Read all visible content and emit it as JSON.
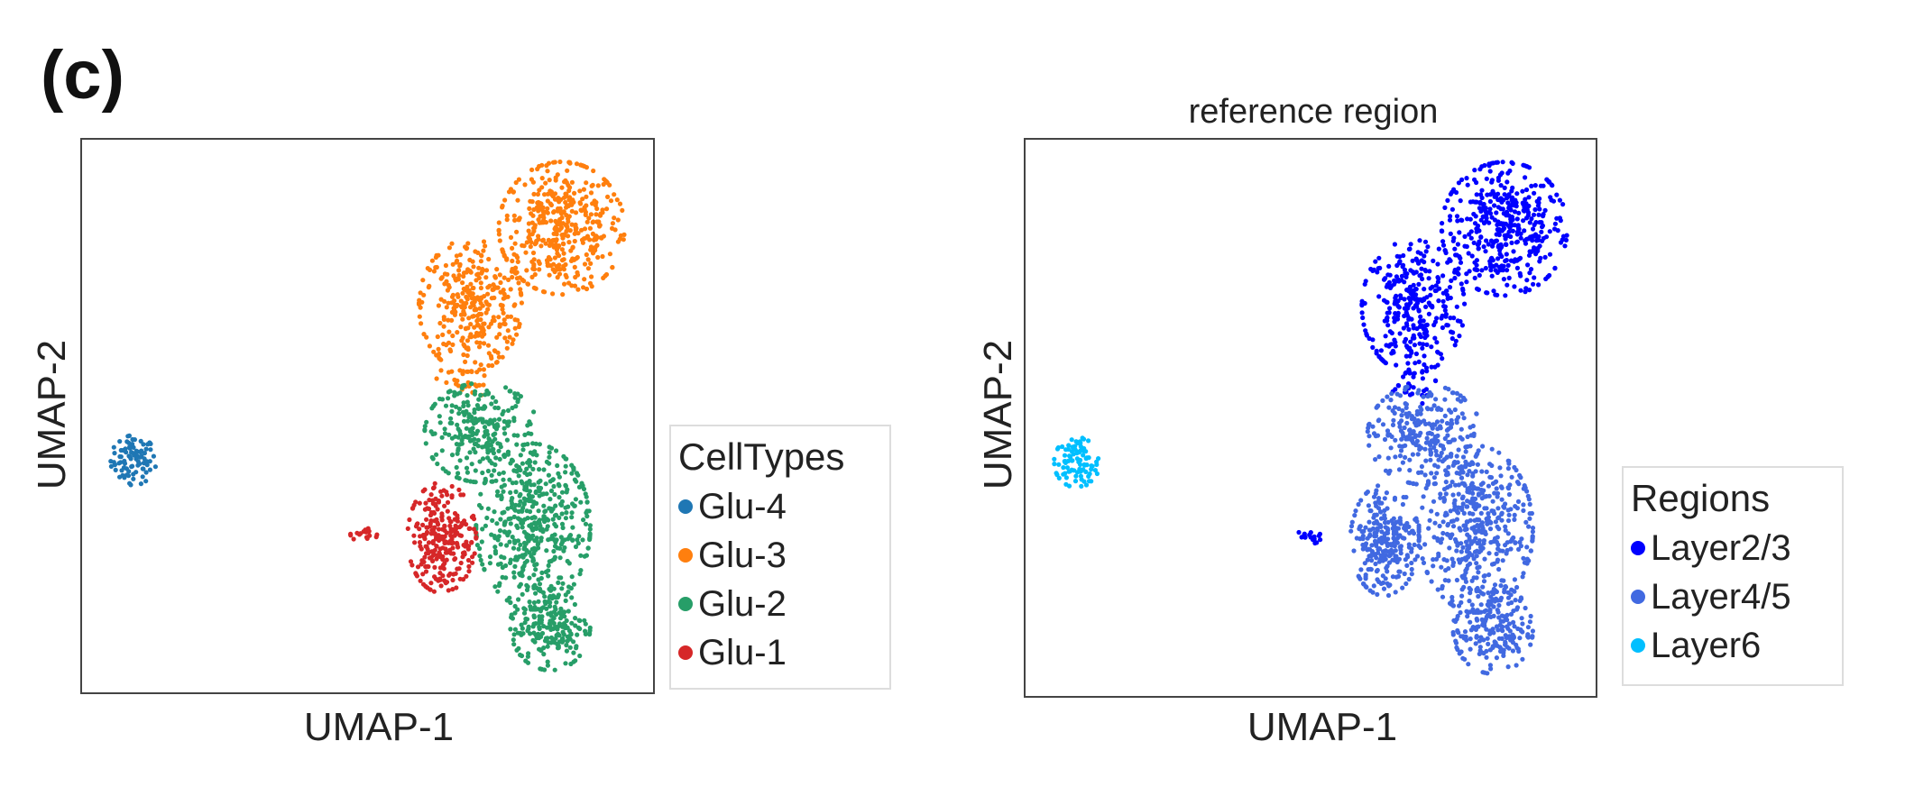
{
  "panel_label": "(c)",
  "chart_data": [
    {
      "type": "scatter",
      "title": "",
      "xlabel": "UMAP-1",
      "ylabel": "UMAP-2",
      "xlim": [
        0,
        100
      ],
      "ylim": [
        0,
        100
      ],
      "grid": false,
      "ticks": false,
      "legend": {
        "title": "CellTypes",
        "placement": "right-outside"
      },
      "series": [
        {
          "name": "Glu-4",
          "color": "#1f77b4",
          "clusters": [
            {
              "cx": 9,
              "cy": 42,
              "rx": 4,
              "ry": 4.5,
              "n": 90
            }
          ]
        },
        {
          "name": "Glu-3",
          "color": "#ff7f0e",
          "clusters": [
            {
              "cx": 84,
              "cy": 84,
              "rx": 11,
              "ry": 12,
              "n": 420
            },
            {
              "cx": 68,
              "cy": 70,
              "rx": 9,
              "ry": 12,
              "n": 320
            },
            {
              "cx": 67,
              "cy": 56,
              "rx": 5,
              "ry": 4,
              "n": 30
            }
          ]
        },
        {
          "name": "Glu-2",
          "color": "#279e68",
          "clusters": [
            {
              "cx": 70,
              "cy": 47,
              "rx": 10,
              "ry": 9,
              "n": 260
            },
            {
              "cx": 79,
              "cy": 30,
              "rx": 10,
              "ry": 15,
              "n": 460
            },
            {
              "cx": 82,
              "cy": 12,
              "rx": 7,
              "ry": 8,
              "n": 200
            }
          ]
        },
        {
          "name": "Glu-1",
          "color": "#d62728",
          "clusters": [
            {
              "cx": 63,
              "cy": 28,
              "rx": 6,
              "ry": 10,
              "n": 260
            },
            {
              "cx": 49.5,
              "cy": 28.5,
              "rx": 2.5,
              "ry": 1.2,
              "n": 18
            }
          ]
        }
      ]
    },
    {
      "type": "scatter",
      "title": "reference region",
      "xlabel": "UMAP-1",
      "ylabel": "UMAP-2",
      "xlim": [
        0,
        100
      ],
      "ylim": [
        0,
        100
      ],
      "grid": false,
      "ticks": false,
      "legend": {
        "title": "Regions",
        "placement": "right-outside"
      },
      "series": [
        {
          "name": "Layer2/3",
          "color": "#0000ff",
          "clusters": [
            {
              "cx": 84,
              "cy": 84,
              "rx": 11,
              "ry": 12,
              "n": 420
            },
            {
              "cx": 68,
              "cy": 70,
              "rx": 9,
              "ry": 12,
              "n": 320
            },
            {
              "cx": 67,
              "cy": 56,
              "rx": 5,
              "ry": 4,
              "n": 30
            },
            {
              "cx": 49.5,
              "cy": 28.5,
              "rx": 2.5,
              "ry": 1.2,
              "n": 18
            }
          ]
        },
        {
          "name": "Layer4/5",
          "color": "#4169e1",
          "clusters": [
            {
              "cx": 70,
              "cy": 47,
              "rx": 10,
              "ry": 9,
              "n": 260
            },
            {
              "cx": 79,
              "cy": 30,
              "rx": 10,
              "ry": 15,
              "n": 460
            },
            {
              "cx": 82,
              "cy": 12,
              "rx": 7,
              "ry": 8,
              "n": 200
            },
            {
              "cx": 63,
              "cy": 28,
              "rx": 6,
              "ry": 10,
              "n": 260
            }
          ]
        },
        {
          "name": "Layer6",
          "color": "#00bfff",
          "clusters": [
            {
              "cx": 9,
              "cy": 42,
              "rx": 4,
              "ry": 4.5,
              "n": 90
            }
          ]
        }
      ]
    }
  ]
}
